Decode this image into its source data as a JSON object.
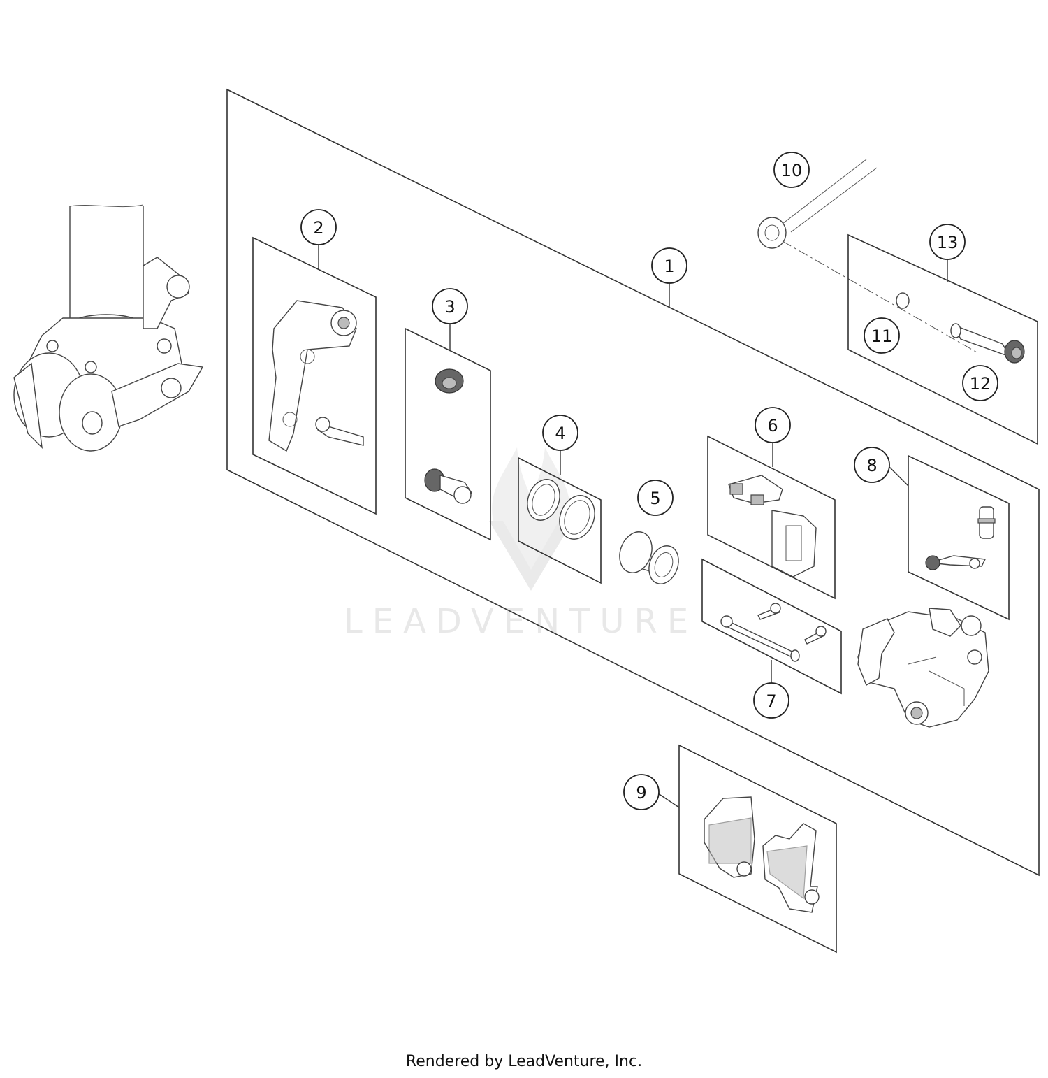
{
  "callouts": [
    "1",
    "2",
    "3",
    "4",
    "5",
    "6",
    "7",
    "8",
    "9",
    "10",
    "11",
    "12",
    "13"
  ],
  "watermark": "LEADVENTURE",
  "footer": "Rendered by LeadVenture, Inc."
}
